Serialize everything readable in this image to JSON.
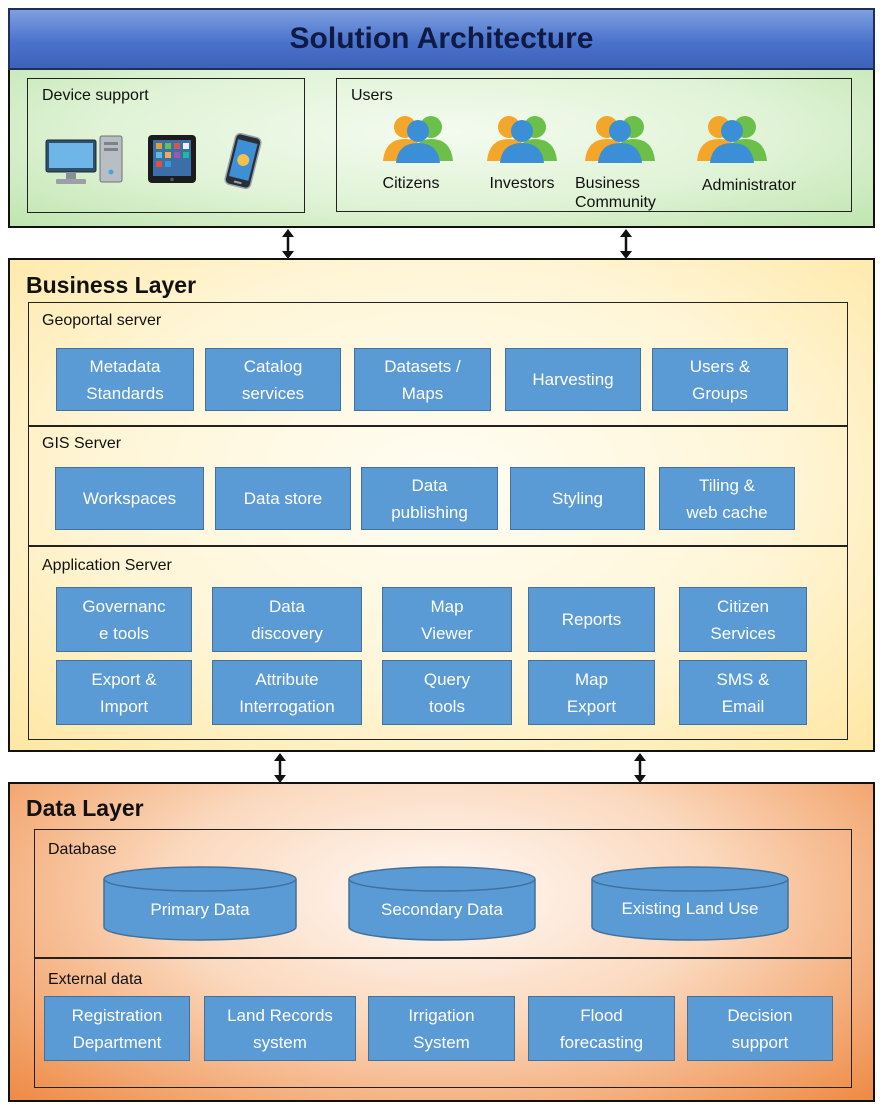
{
  "title": "Solution Architecture",
  "device_support": {
    "label": "Device support"
  },
  "users": {
    "label": "Users",
    "items": [
      "Citizens",
      "Investors",
      "Business\nCommunity",
      "Administrator"
    ]
  },
  "business_layer": {
    "title": "Business Layer",
    "geoportal": {
      "label": "Geoportal server",
      "items": [
        "Metadata\nStandards",
        "Catalog\nservices",
        "Datasets /\nMaps",
        "Harvesting",
        "Users &\nGroups"
      ]
    },
    "gis": {
      "label": "GIS Server",
      "items": [
        "Workspaces",
        "Data store",
        "Data\npublishing",
        "Styling",
        "Tiling &\nweb cache"
      ]
    },
    "app": {
      "label": "Application Server",
      "row1": [
        "Governanc\ne tools",
        "Data\ndiscovery",
        "Map\nViewer",
        "Reports",
        "Citizen\nServices"
      ],
      "row2": [
        "Export &\nImport",
        "Attribute\nInterrogation",
        "Query\ntools",
        "Map\nExport",
        "SMS &\nEmail"
      ]
    }
  },
  "data_layer": {
    "title": "Data Layer",
    "database": {
      "label": "Database",
      "items": [
        "Primary Data",
        "Secondary Data",
        "Existing Land Use"
      ]
    },
    "external": {
      "label": "External data",
      "items": [
        "Registration\nDepartment",
        "Land Records\nsystem",
        "Irrigation\nSystem",
        "Flood\nforecasting",
        "Decision\nsupport"
      ]
    }
  }
}
